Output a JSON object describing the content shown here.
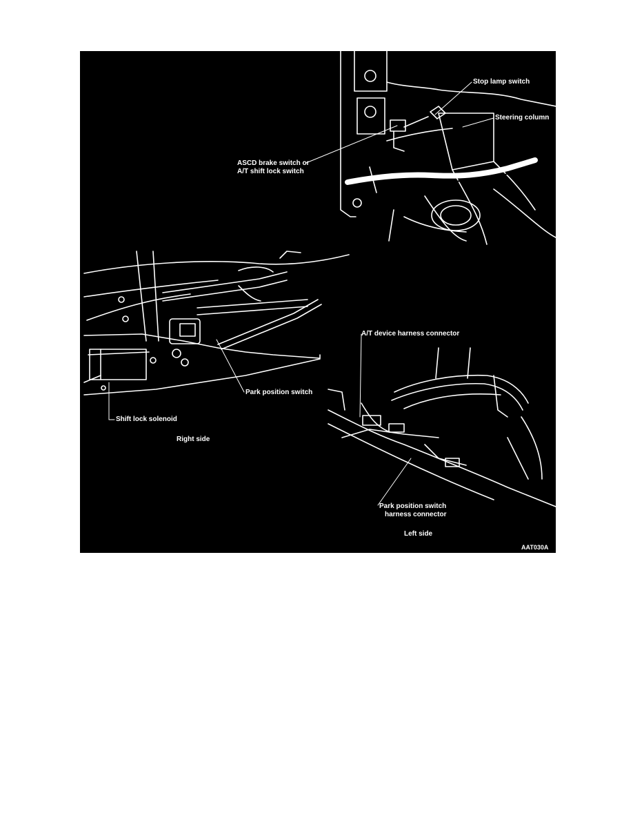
{
  "figure": {
    "background": "#000000",
    "line_color": "#ffffff",
    "code": "AAT030A",
    "callouts": {
      "stop_lamp_switch": "Stop lamp switch",
      "steering_column": "Steering column",
      "ascd_line1": "ASCD brake switch or",
      "ascd_line2": "A/T shift lock switch",
      "park_position_switch": "Park position switch",
      "shift_lock_solenoid": "Shift lock solenoid",
      "at_device_harness_connector": "A/T device harness connector",
      "park_harness_line1": "Park position switch",
      "park_harness_line2": "harness connector"
    },
    "captions": {
      "right_side": "Right side",
      "left_side": "Left side"
    }
  }
}
